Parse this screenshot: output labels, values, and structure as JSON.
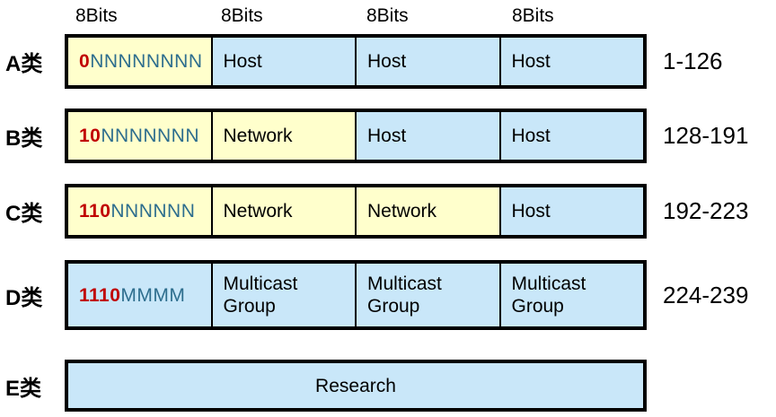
{
  "header": {
    "bit_labels": [
      "8Bits",
      "8Bits",
      "8Bits",
      "8Bits"
    ]
  },
  "rows": [
    {
      "label": "A类",
      "bits": {
        "prefix": "0",
        "suffix": "NNNNNNNN"
      },
      "cells": [
        "Host",
        "Host",
        "Host"
      ],
      "range": "1-126"
    },
    {
      "label": "B类",
      "bits": {
        "prefix": "10",
        "suffix": "NNNNNNN"
      },
      "cells": [
        "Network",
        "Host",
        "Host"
      ],
      "range": "128-191"
    },
    {
      "label": "C类",
      "bits": {
        "prefix": "110",
        "suffix": "NNNNNN"
      },
      "cells": [
        "Network",
        "Network",
        "Host"
      ],
      "range": "192-223"
    },
    {
      "label": "D类",
      "bits": {
        "prefix": "1110",
        "suffix": "MMMM"
      },
      "cells": [
        "Multicast Group",
        "Multicast Group",
        "Multicast Group"
      ],
      "range": "224-239"
    },
    {
      "label": "E类",
      "cells": [
        "Research"
      ],
      "range": ""
    }
  ],
  "colors": {
    "field_yellow": "#FFFFCC",
    "field_blue": "#C9E7F9",
    "bit_red": "#C00000",
    "bit_teal": "#2E6E8E",
    "border": "#000000"
  }
}
